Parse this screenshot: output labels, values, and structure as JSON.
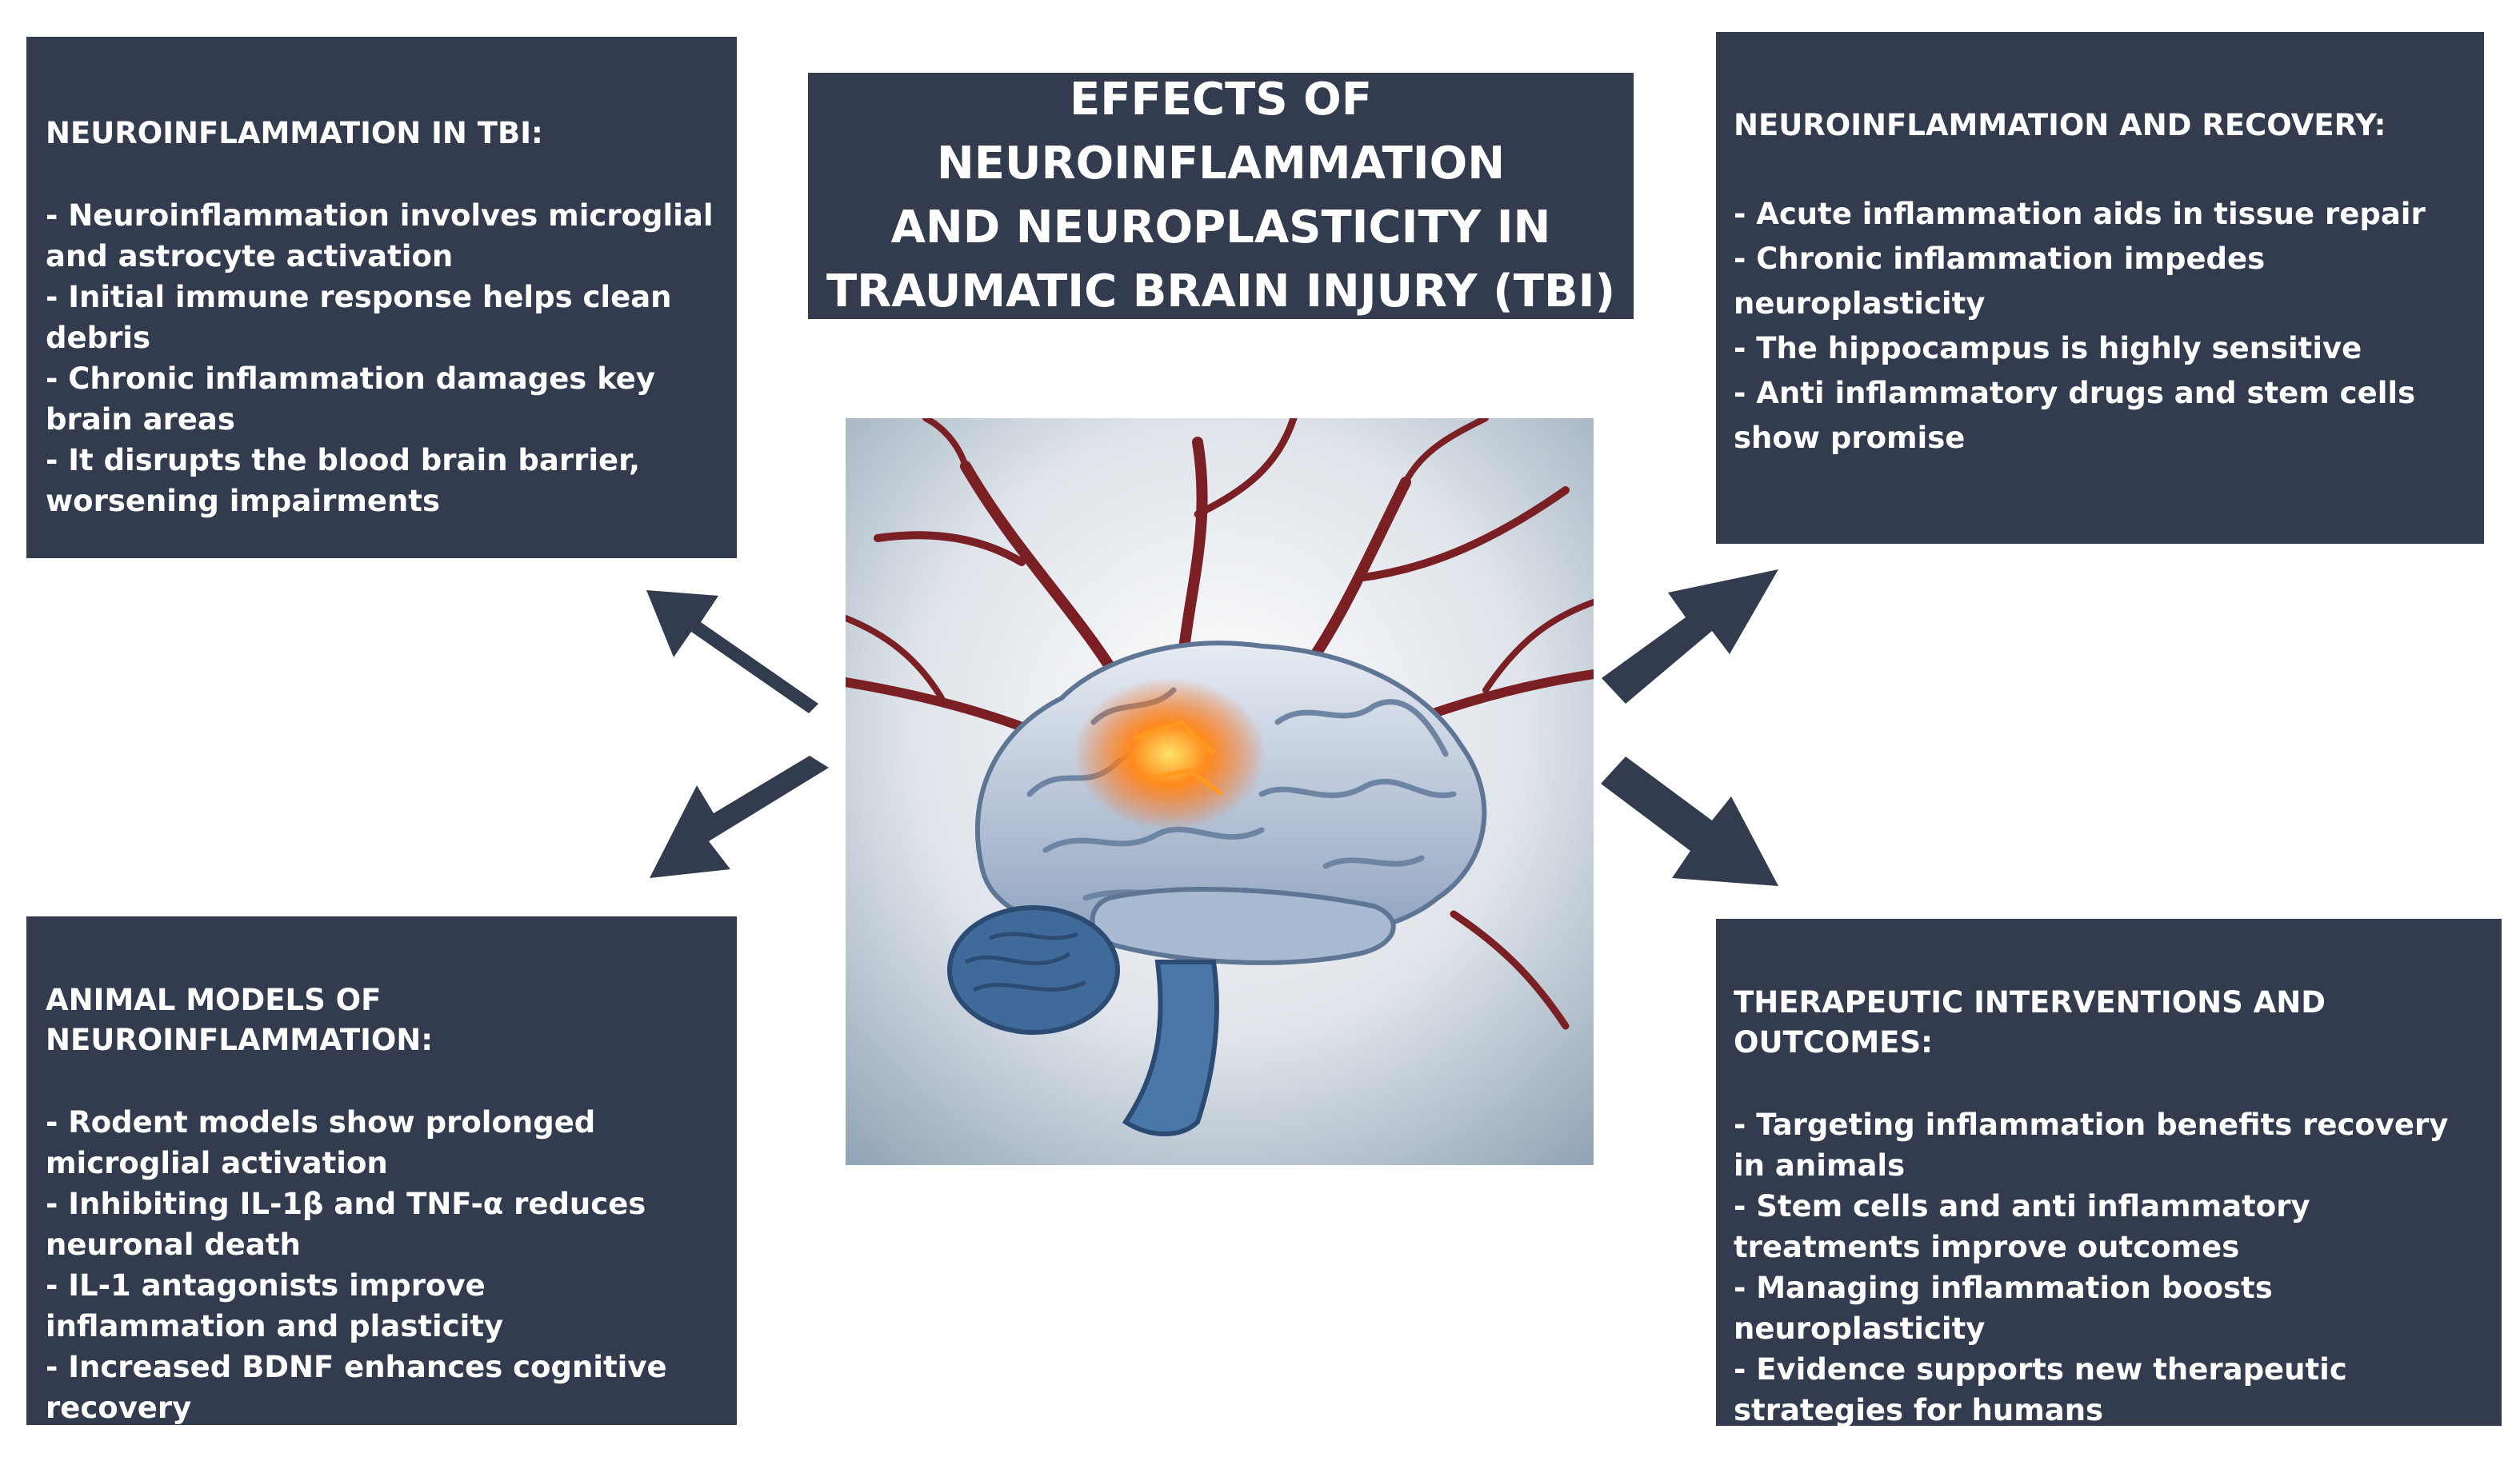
{
  "title": "EFFECTS OF NEUROINFLAMMATION\nAND NEUROPLASTICITY IN\nTRAUMATIC BRAIN INJURY (TBI)",
  "colors": {
    "box_bg": "#323c4e",
    "text": "#ffffff",
    "page_bg": "#ffffff"
  },
  "panels": {
    "top_left": {
      "heading": "NEUROINFLAMMATION IN TBI:",
      "items": [
        "- Neuroinflammation involves microglial and astrocyte activation",
        "- Initial immune response helps clean debris",
        "- Chronic inflammation damages key brain areas",
        "- It disrupts the blood brain barrier, worsening impairments"
      ]
    },
    "top_right": {
      "heading": "NEUROINFLAMMATION AND RECOVERY:",
      "items": [
        "- Acute inflammation aids in tissue repair",
        "- Chronic inflammation impedes neuroplasticity",
        "- The hippocampus is highly sensitive",
        "- Anti inflammatory drugs and stem cells show promise"
      ]
    },
    "bottom_left": {
      "heading": "ANIMAL MODELS OF NEUROINFLAMMATION:",
      "items": [
        "- Rodent models show prolonged microglial activation",
        "- Inhibiting IL-1β and TNF-α reduces neuronal death",
        "- IL-1 antagonists improve inflammation and plasticity",
        "- Increased BDNF enhances cognitive recovery"
      ]
    },
    "bottom_right": {
      "heading": "THERAPEUTIC INTERVENTIONS AND OUTCOMES:",
      "items": [
        "- Targeting inflammation benefits recovery in animals",
        "- Stem cells and anti inflammatory treatments improve outcomes",
        "- Managing inflammation boosts neuroplasticity",
        "- Evidence supports new therapeutic strategies for humans"
      ]
    }
  }
}
